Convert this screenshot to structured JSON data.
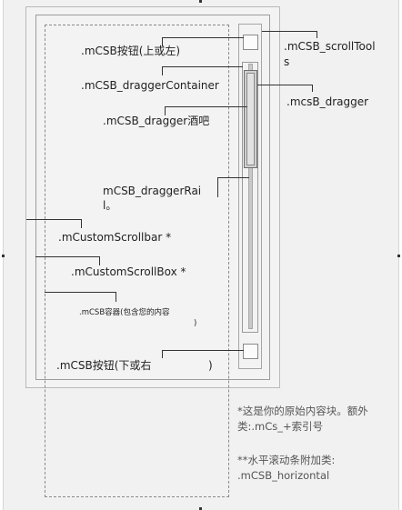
{
  "labels": {
    "button_up": ".mCSB按钮(上或左)",
    "scroll_tools_line1": ".mCSB_scrollTool",
    "scroll_tools_line2": "s",
    "dragger_container": ".mCSB_draggerContainer",
    "dragger": ".mcsB_dragger",
    "dragger_bar": ".mCSB_dragger酒吧",
    "dragger_rail_line1": "mCSB_draggerRai",
    "dragger_rail_line2": "l。",
    "custom_scrollbar": ".mCustomScrollbar *",
    "custom_scrollbox": ".mCustomScrollBox *",
    "container": ".mCSB容器(包含您的内容",
    "container_close": ")",
    "button_down": ".mCSB按钮(下或右",
    "button_down_close": ")"
  },
  "notes": {
    "note1_line1": "*这是你的原始内容块。额外",
    "note1_line2": "类:.mCs_+索引号",
    "note2_line1": "**水平滚动条附加类:",
    "note2_line2": ".mCSB_horizontal"
  }
}
